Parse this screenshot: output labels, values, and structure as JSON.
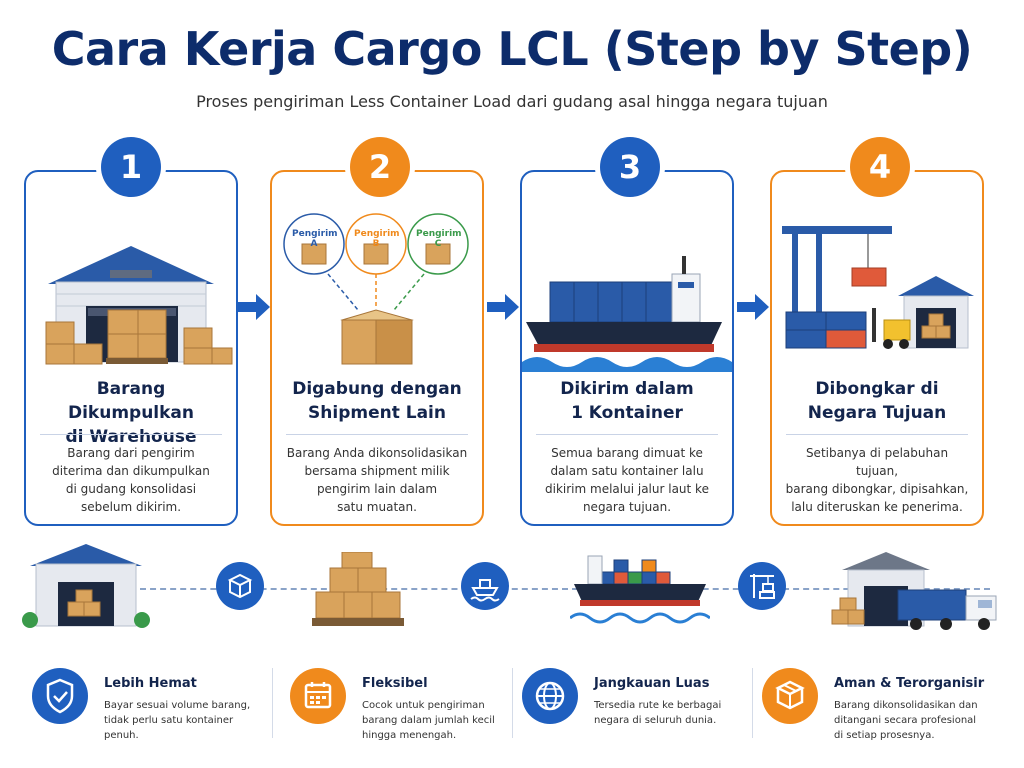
{
  "header": {
    "title": "Cara Kerja Cargo LCL (Step by Step)",
    "subtitle": "Proses pengiriman Less Container Load dari gudang asal hingga negara tujuan"
  },
  "steps": [
    {
      "number": "1",
      "title_line1": "Barang Dikumpulkan",
      "title_line2": "di Warehouse",
      "desc_lines": [
        "Barang dari pengirim",
        "diterima dan dikumpulkan",
        "di gudang konsolidasi",
        "sebelum dikirim."
      ],
      "color": "#1f5fbf"
    },
    {
      "number": "2",
      "title_line1": "Digabung dengan",
      "title_line2": "Shipment Lain",
      "desc_lines": [
        "Barang Anda dikonsolidasikan",
        "bersama shipment milik",
        "pengirim lain dalam",
        "satu muatan."
      ],
      "color": "#f08a1c",
      "senders": [
        "Pengirim A",
        "Pengirim B",
        "Pengirim C"
      ]
    },
    {
      "number": "3",
      "title_line1": "Dikirim dalam",
      "title_line2": "1 Kontainer",
      "desc_lines": [
        "Semua barang dimuat ke",
        "dalam satu kontainer lalu",
        "dikirim melalui jalur laut ke",
        "negara tujuan."
      ],
      "color": "#1f5fbf"
    },
    {
      "number": "4",
      "title_line1": "Dibongkar di",
      "title_line2": "Negara Tujuan",
      "desc_lines": [
        "Setibanya di pelabuhan tujuan,",
        "barang dibongkar, dipisahkan,",
        "lalu diteruskan ke penerima."
      ],
      "color": "#f08a1c"
    }
  ],
  "benefits": [
    {
      "title": "Lebih Hemat",
      "desc_lines": [
        "Bayar sesuai volume barang,",
        "tidak perlu satu kontainer penuh."
      ],
      "icon": "shield-check-icon",
      "color": "#1f5fbf"
    },
    {
      "title": "Fleksibel",
      "desc_lines": [
        "Cocok untuk pengiriman",
        "barang dalam jumlah kecil",
        "hingga menengah."
      ],
      "icon": "calendar-icon",
      "color": "#f08a1c"
    },
    {
      "title": "Jangkauan Luas",
      "desc_lines": [
        "Tersedia rute ke berbagai",
        "negara di seluruh dunia."
      ],
      "icon": "globe-icon",
      "color": "#1f5fbf"
    },
    {
      "title": "Aman & Terorganisir",
      "desc_lines": [
        "Barang dikonsolidasikan dan",
        "ditangani secara profesional",
        "di setiap prosesnya."
      ],
      "icon": "package-icon",
      "color": "#f08a1c"
    }
  ]
}
